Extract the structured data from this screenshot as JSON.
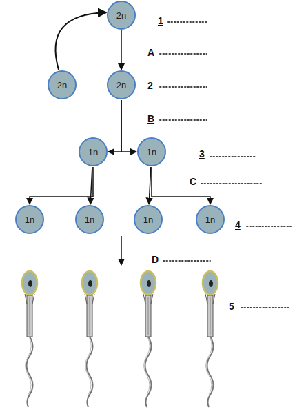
{
  "diagram": {
    "nodes": [
      {
        "text": [
          "2n"
        ]
      },
      {
        "text": [
          "2n"
        ]
      },
      {
        "text": [
          "2n"
        ]
      },
      {
        "text": [
          "1n"
        ]
      },
      {
        "text": [
          "1n"
        ]
      },
      {
        "text": [
          "1n"
        ]
      },
      {
        "text": [
          "1n"
        ]
      },
      {
        "text": [
          "1n"
        ]
      },
      {
        "text": [
          "1n"
        ]
      }
    ],
    "edges": [
      {
        "from": 0,
        "to": 2,
        "arrow": "to"
      },
      {
        "from": 1,
        "to": 0,
        "arrow": "to"
      },
      {
        "from": 2,
        "to": 3,
        "arrow": "to"
      },
      {
        "from": 2,
        "to": 4,
        "arrow": "to"
      },
      {
        "from": 3,
        "to": 5,
        "arrow": "to"
      },
      {
        "from": 3,
        "to": 6,
        "arrow": "to"
      },
      {
        "from": 4,
        "to": 7,
        "arrow": "to"
      },
      {
        "from": 4,
        "to": 8,
        "arrow": "to"
      }
    ],
    "labels": [
      "1",
      "A",
      "2",
      "B",
      "3",
      "C",
      "4",
      "D",
      "5"
    ]
  }
}
